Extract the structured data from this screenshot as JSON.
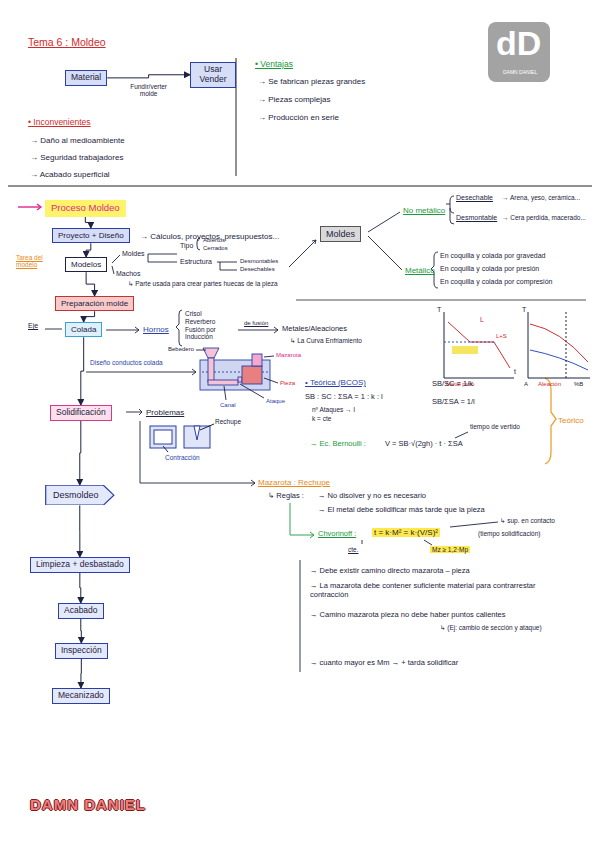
{
  "diagram": {
    "title": "Tema 6 : Moldeo",
    "nodes": [
      {
        "text": [
          "Material"
        ]
      },
      {
        "text": [
          "Usar Vender"
        ]
      },
      {
        "text": [
          "Proceso Moldeo"
        ]
      },
      {
        "text": [
          "Proyecto + Diseño"
        ]
      },
      {
        "text": [
          "Modelos"
        ]
      },
      {
        "text": [
          "Preparación molde"
        ]
      },
      {
        "text": [
          "Colada"
        ]
      },
      {
        "text": [
          "Solidificación"
        ]
      },
      {
        "text": [
          "Desmoldeo"
        ]
      },
      {
        "text": [
          "Limpieza + desbastado"
        ]
      },
      {
        "text": [
          "Acabado"
        ]
      },
      {
        "text": [
          "Inspección"
        ]
      },
      {
        "text": [
          "Mecanizado"
        ]
      },
      {
        "text": [
          "Moldes"
        ]
      }
    ],
    "edges": [
      {
        "from": 0,
        "to": 1,
        "label": "Fundir/verter molde",
        "arrow": "to"
      },
      {
        "from": 2,
        "to": 3,
        "arrow": "to"
      },
      {
        "from": 3,
        "to": 4,
        "arrow": "to"
      },
      {
        "from": 4,
        "to": 5,
        "arrow": "to"
      },
      {
        "from": 5,
        "to": 6,
        "arrow": "to"
      },
      {
        "from": 6,
        "to": 7,
        "arrow": "to"
      },
      {
        "from": 7,
        "to": 8,
        "arrow": "to"
      },
      {
        "from": 8,
        "to": 9,
        "arrow": "to"
      },
      {
        "from": 9,
        "to": 10,
        "arrow": "to"
      },
      {
        "from": 10,
        "to": 11,
        "arrow": "to"
      },
      {
        "from": 11,
        "to": 12,
        "arrow": "to"
      }
    ],
    "labels": [
      "dD",
      "DAMN DANIEL",
      "• Ventajas",
      "→ Se fabrican piezas grandes",
      "→ Piezas complejas",
      "→ Producción en serie",
      "• Inconvenientes",
      "→ Daño al medioambiente",
      "→ Seguridad trabajadores",
      "→ Acabado superficial",
      "→ Cálculos, proyectos, presupuestos...",
      "Tarea del modelo",
      "Moldes",
      "Machos",
      "Tipo",
      "Abiertos",
      "Cerrados",
      "Estructura",
      "Desmontables",
      "Desechables",
      "↳ Parte usada para crear partes huecas de la pieza",
      "No metálico",
      "Desechable",
      "→ Arena, yeso, cerámica...",
      "Desmontable",
      "→ Cera perdida, macerado...",
      "Metálico",
      "En coquilla y colada por gravedad",
      "En coquilla y colada por presión",
      "En coquilla y colada por compresión",
      "Eje",
      "Hornos",
      "Crisol",
      "Reverbero",
      "Fusión por Inducción",
      "de fusión",
      "Metales/Aleaciones",
      "↳ La Curva Enfriamiento",
      "T",
      "L",
      "L+S",
      "Metal puro",
      "t",
      "T",
      "Aleación",
      "A",
      "%B",
      "Diseño conductos colada",
      "Bebedero",
      "Mazarota",
      "Pieza",
      "Ataque",
      "Canal",
      "• Teórica (BCOS)",
      "SB : SC : ΣSA = 1 : k : l",
      "nº Ataques → l",
      "k = cte",
      "SB/SC = 1/k",
      "SB/ΣSA = 1/l",
      "tiempo de vertido",
      "→ Ec. Bernoulli :",
      "V = SB·√(2gh) · t · ΣSA",
      "Teórico",
      "Problemas",
      "Rechupe",
      "Contracción",
      "Mazarota : Rechupe",
      "↳ Reglas :",
      "→ No disolver y no es necesario",
      "→ El metal debe solidificar más tarde que la pieza",
      "↳ sup. en contacto",
      "Chvorinoff :",
      "t = k·M² = k·(V/S)²",
      "(tiempo solidificación)",
      "cte.",
      "Mz ≥ 1,2·Mp",
      "→ Debe existir camino directo mazarota – pieza",
      "→ La mazarota debe contener suficiente material para contrarrestar contracción",
      "→ Camino mazarota pieza no debe haber puntos calientes",
      "↳ (Ej: cambio de sección y ataque)",
      "→ cuanto mayor es Mm → + tarda solidificar",
      "DAMN DANIEL"
    ]
  }
}
